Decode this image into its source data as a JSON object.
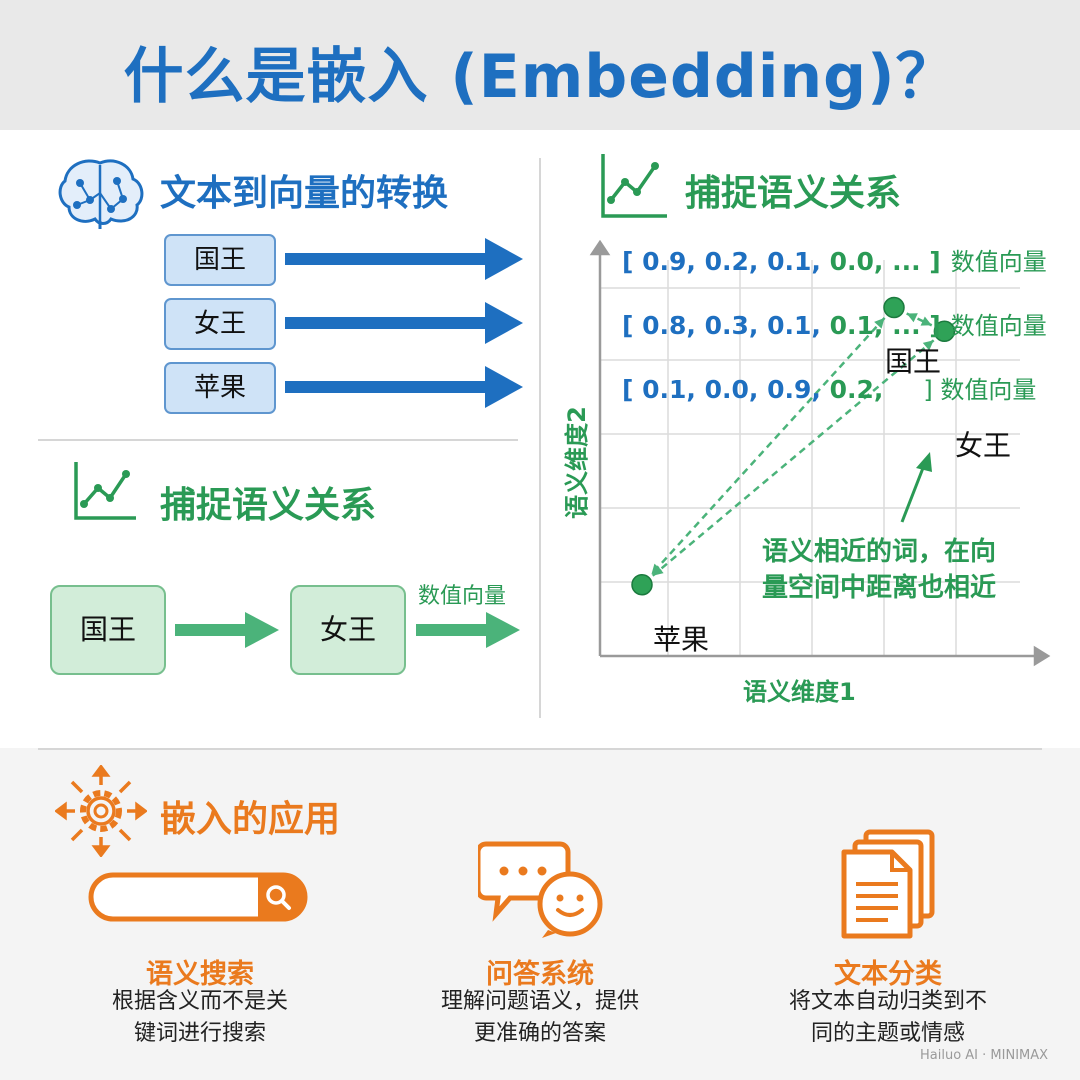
{
  "header": {
    "title": "什么是嵌入 (Embedding)？"
  },
  "conversion": {
    "title": "文本到向量的转换",
    "words": [
      "国王",
      "女王",
      "苹果"
    ]
  },
  "relation_left": {
    "title": "捕捉语义关系",
    "from": "国王",
    "to": "女王",
    "arrow_label": "数值向量"
  },
  "relation_right": {
    "title": "捕捉语义关系",
    "vectors": [
      {
        "blue_part": "[ 0.9, 0.2, 0.1, ",
        "green_part": "0.0, ... ]",
        "label": "数值向量"
      },
      {
        "blue_part": "[ 0.8, 0.3, 0.1, ",
        "green_part": "0.1, ... ]",
        "label": "数值向量"
      },
      {
        "blue_part": "[ 0.1, 0.0, 0.9, ",
        "green_part": "0.2,",
        "label": "] 数值向量"
      }
    ],
    "points": [
      {
        "label": "国王",
        "x": 0.7,
        "y": 0.88
      },
      {
        "label": "女王",
        "x": 0.82,
        "y": 0.82
      },
      {
        "label": "苹果",
        "x": 0.1,
        "y": 0.18
      }
    ],
    "x_axis_label": "语义维度1",
    "y_axis_label": "语义维度2",
    "annotation_line1": "语义相近的词，在向",
    "annotation_line2": "量空间中距离也相近"
  },
  "applications": {
    "title": "嵌入的应用",
    "items": [
      {
        "title": "语义搜索",
        "desc_line1": "根据含义而不是关",
        "desc_line2": "键词进行搜索"
      },
      {
        "title": "问答系统",
        "desc_line1": "理解问题语义，提供",
        "desc_line2": "更准确的答案"
      },
      {
        "title": "文本分类",
        "desc_line1": "将文本自动归类到不",
        "desc_line2": "同的主题或情感"
      }
    ]
  },
  "watermark": {
    "text": "Hailuo AI · MINIMAX"
  },
  "colors": {
    "blue": "#1e6fc0",
    "green": "#2a9a55",
    "orange": "#ea7a1e",
    "light_blue": "#cfe3f7",
    "light_green": "#d2edd9"
  }
}
